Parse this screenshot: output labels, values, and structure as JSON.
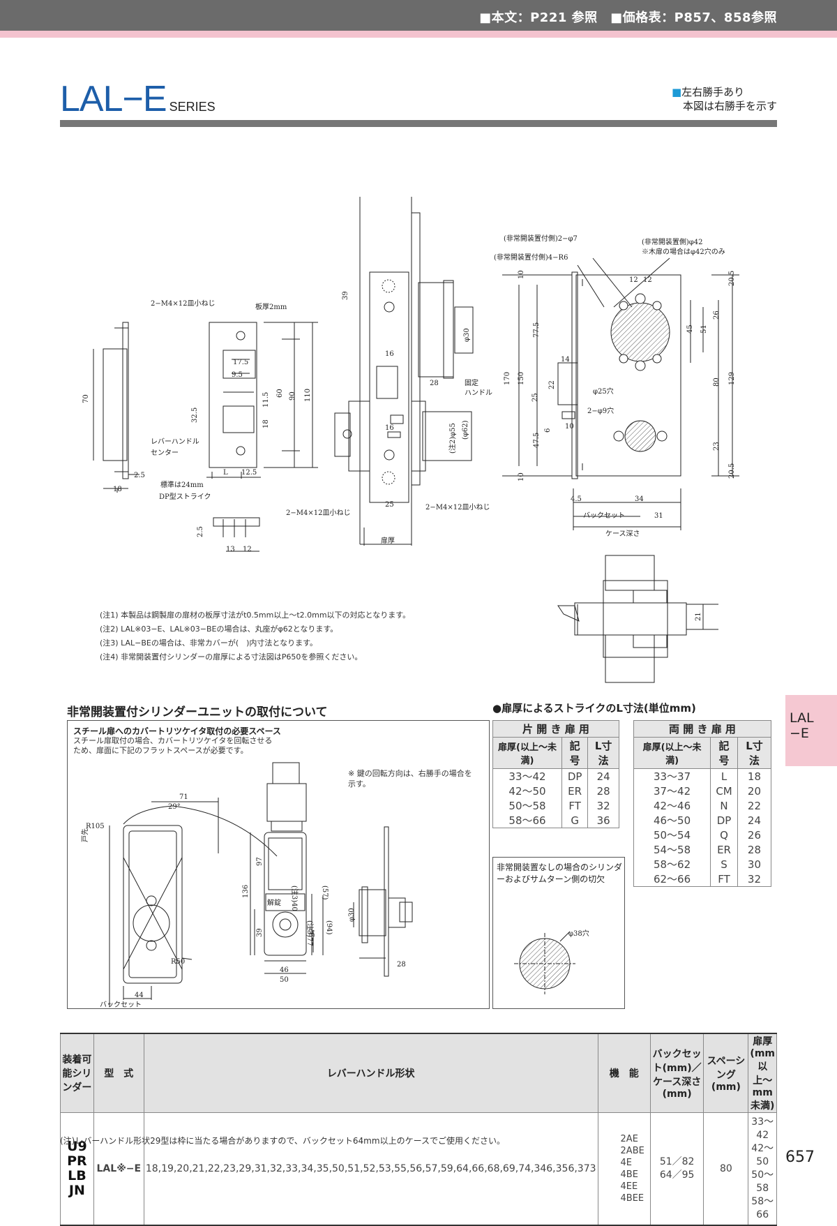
{
  "header": {
    "ref_text": "■本文：P221 参照　■価格表：P857、858参照"
  },
  "title": {
    "main": "LAL−E",
    "series": "SERIES"
  },
  "hand_note": {
    "line1": "左右勝手あり",
    "line2": "本図は右勝手を示す",
    "bullet": "■"
  },
  "drawing_labels": {
    "screw_top": "2−M4×12皿小ねじ",
    "plate_thickness": "板厚2mm",
    "screw_bottom_left": "2−M4×12皿小ねじ",
    "screw_bottom_right": "2−M4×12皿小ねじ",
    "lever_center": "レバーハンドル",
    "lever_center2": "センター",
    "standard_24": "標準は24mm",
    "dp_strike": "DP型ストライク",
    "fixed_handle": "固定",
    "fixed_handle2": "ハンドル",
    "door_thickness": "扉厚",
    "emg_2phi7": "(非常開装置付側)2−φ7",
    "emg_4r6": "(非常開装置付側)4−R6",
    "emg_phi42": "(非常開装置側)φ42",
    "wood_phi42": "※木扉の場合はφ42穴のみ",
    "phi25": "φ25穴",
    "phi9": "2−φ9穴",
    "backset": "バックセット",
    "case_depth": "ケース深さ",
    "phi30": "φ30",
    "phi55": "(注2)φ55",
    "phi62": "(φ62)",
    "dims": {
      "d70": "70",
      "d18": "18",
      "d25a": "2.5",
      "d17_5": "17.5",
      "d9_5": "9.5",
      "d32_5": "32.5",
      "d11_5": "11.5",
      "d18b": "18",
      "d60": "60",
      "d90": "90",
      "d110": "110",
      "dL": "L",
      "d12_5": "12.5",
      "d13": "13",
      "d12": "12",
      "d25b": "2.5",
      "d39": "39",
      "d16a": "16",
      "d16b": "16",
      "d28": "28",
      "d25c": "25",
      "d10a": "10",
      "d77_5": "77.5",
      "d170": "170",
      "d150": "150",
      "d25d": "25",
      "d47_5": "47.5",
      "d10b": "10",
      "d14": "14",
      "d22": "22",
      "d6": "6",
      "d10c": "10",
      "d4_5": "4.5",
      "d34": "34",
      "d31": "31",
      "d12c": "12",
      "d12d": "12",
      "d20_5a": "20.5",
      "d26": "26",
      "d45": "45",
      "d51": "51",
      "d80": "80",
      "d129": "129",
      "d23": "23",
      "d20_5b": "20.5",
      "d21": "21"
    }
  },
  "notes": [
    "(注1) 本製品は鋼製扉の扉材の板厚寸法がt0.5mm以上〜t2.0mm以下の対応となります。",
    "(注2) LAL※03−E、LAL※03−BEの場合は、丸座がφ62となります。",
    "(注3) LAL−BEの場合は、非常カバーが(　)内寸法となります。",
    "(注4) 非常開装置付シリンダーの扉厚による寸法図はP650を参照ください。"
  ],
  "side_tab": {
    "line1": "LAL",
    "line2": "−E"
  },
  "cylinder_section": {
    "title": "非常開装置付シリンダーユニットの取付について",
    "box_title": "スチール扉へのカバートリツケイタ取付の必要スペース",
    "box_text": "スチール扉取付の場合、カバートリツケイタを回転させるため、扉面に下記のフラットスペースが必要です。",
    "key_note": "※ 鍵の回転方向は、右勝手の場合を示す。",
    "labels": {
      "r105": "R105",
      "r50": "R50",
      "d71": "71",
      "d29": "29°",
      "d44": "44",
      "backset": "バックセット",
      "door_edge": "戸先",
      "d136": "136",
      "d97": "97",
      "d39": "39",
      "d46": "46",
      "d50": "50",
      "d40": "(注3)40",
      "d57": "(57)",
      "d37": "37",
      "d77": "(注3)77",
      "d94": "(94)",
      "phi30": "φ30",
      "d28": "28",
      "unlock": "解錠"
    }
  },
  "strike_section": {
    "title": "●扉厚によるストライクのL寸法(単位mm)",
    "single": {
      "header": "片 開 き 扉 用",
      "columns": [
        "扉厚(以上〜未満)",
        "記号",
        "L寸法"
      ],
      "rows": [
        [
          "33〜42",
          "DP",
          "24"
        ],
        [
          "42〜50",
          "ER",
          "28"
        ],
        [
          "50〜58",
          "FT",
          "32"
        ],
        [
          "58〜66",
          "G",
          "36"
        ]
      ]
    },
    "double": {
      "header": "両 開 き 扉 用",
      "columns": [
        "扉厚(以上〜未満)",
        "記号",
        "L寸法"
      ],
      "rows": [
        [
          "33〜37",
          "L",
          "18"
        ],
        [
          "37〜42",
          "CM",
          "20"
        ],
        [
          "42〜46",
          "N",
          "22"
        ],
        [
          "46〜50",
          "DP",
          "24"
        ],
        [
          "50〜54",
          "Q",
          "26"
        ],
        [
          "54〜58",
          "ER",
          "28"
        ],
        [
          "58〜62",
          "S",
          "30"
        ],
        [
          "62〜66",
          "FT",
          "32"
        ]
      ]
    }
  },
  "cutout_box": {
    "text": "非常開装置なしの場合のシリンダーおよびサムターン側の切欠",
    "hole": "φ38穴"
  },
  "spec_table": {
    "headers": [
      "装着可能シリンダー",
      "型　式",
      "レバーハンドル形状",
      "機　能",
      "バックセット(mm)／ケース深さ(mm)",
      "スペーシング(mm)",
      "扉厚(mm以上〜mm未満)"
    ],
    "cylinders": [
      "U9",
      "PR",
      "LB",
      "JN"
    ],
    "model": "LAL※−E",
    "levers": "18,19,20,21,22,23,29,31,32,33,34,35,50,51,52,53,55,56,57,59,64,66,68,69,74,346,356,373",
    "functions": [
      "2AE",
      "2ABE",
      "4E",
      "4BE",
      "4EE",
      "4BEE"
    ],
    "backsets": [
      "51／82",
      "64／95"
    ],
    "spacing": "80",
    "door": [
      "33〜42",
      "42〜50",
      "50〜58",
      "58〜66"
    ]
  },
  "footnote": "(注)レバーハンドル形状29型は枠に当たる場合がありますので、バックセット64mm以上のケースでご使用ください。",
  "page_number": "657"
}
